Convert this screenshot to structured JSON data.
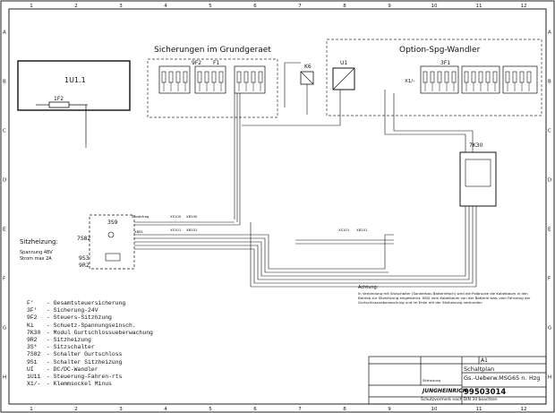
{
  "sheet": {
    "col_numbers": [
      "1",
      "2",
      "3",
      "4",
      "5",
      "6",
      "7",
      "8",
      "9",
      "10",
      "11",
      "12"
    ],
    "row_letters": [
      "A",
      "B",
      "C",
      "D",
      "E",
      "F",
      "G",
      "H"
    ]
  },
  "sections": {
    "grundgeraet": "Sicherungen im Grundgeraet",
    "wandler": "Option-Spg-Wandler"
  },
  "components": {
    "u11": "1U1.1",
    "f2": "1F2",
    "f9_2": "9F2",
    "f1": "F1",
    "k6": "K6",
    "u1": "U1",
    "f3": "3F1",
    "x1": "X1",
    "x2": "X1/-",
    "k30": "7K30",
    "s9": "3S9",
    "s7": "7S82",
    "s3": "9S3",
    "r2": "9R2"
  },
  "heating": {
    "title": "Sitzheizung:",
    "line1": "Spannung 48V",
    "line2": "Strom max 2A"
  },
  "legend": [
    {
      "code": "F'",
      "desc": "Gesamtsteuersicherung"
    },
    {
      "code": "3F'",
      "desc": "Sicherung-24V"
    },
    {
      "code": "9F2",
      "desc": "Steuers-Sitzhzung"
    },
    {
      "code": "Ki",
      "desc": "Schuetz-Spannungseinsch."
    },
    {
      "code": "7K30",
      "desc": "Modul Gurtschlossueberwachung"
    },
    {
      "code": "9R2",
      "desc": "Sitzheizung"
    },
    {
      "code": "3S*",
      "desc": "Sitzschalter"
    },
    {
      "code": "7S82",
      "desc": "Schalter Gurtschloss"
    },
    {
      "code": "9S1",
      "desc": "Schalter Sitzheizung"
    },
    {
      "code": "UI",
      "desc": "DC/DC-Wandler"
    },
    {
      "code": "1U11",
      "desc": "Steuerung-Fahren-rts"
    },
    {
      "code": "X1/-",
      "desc": "Klemmsockel Minus"
    }
  ],
  "note": {
    "title": "Achtung:",
    "text": "In Verbindung mit Sitzschalter (Sonderbau Batteriefach) wird die Polbrucke die Kabelbaum in den Betrieb zur Sitzheizung eingesteckt. X8/0 vom Kabelbaum von der Batterie bzw. vom Fahrzeug der Gurtschlossueberwachung und im Ende mit der Sitzheizung verbunden"
  },
  "title_block": {
    "sheet_label": "A1",
    "company": "JUNGHEINRICH",
    "doc_type": "Schaltplan",
    "desc1": "Gs.-Ueberw.MSG65 n.",
    "desc2": "Hzg",
    "number": "99503014",
    "footer": "Schutzvermerk nach DIN 34 beachten",
    "small_text": "Sitzheizung"
  }
}
